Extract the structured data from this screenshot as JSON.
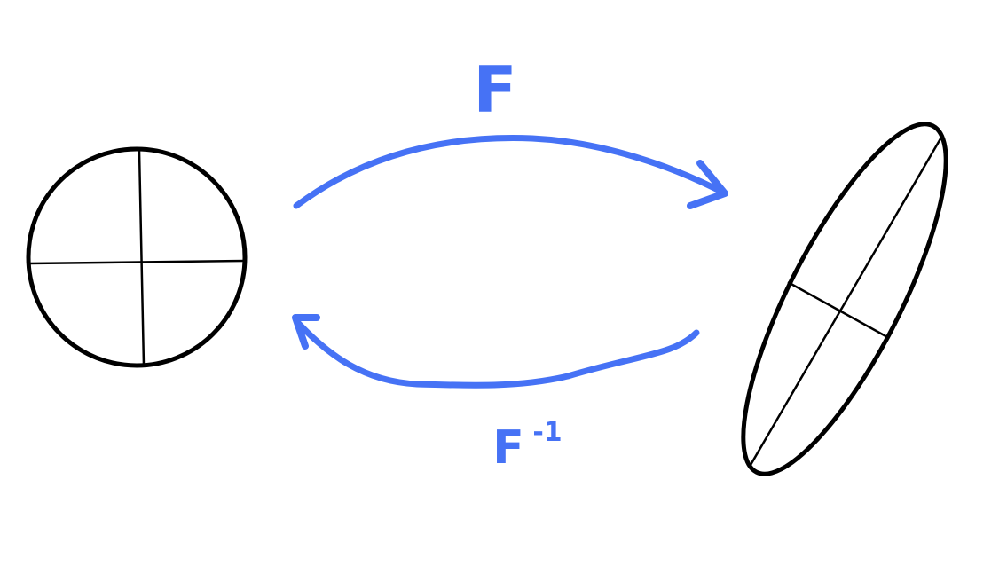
{
  "diagram": {
    "forward_label": "F",
    "inverse_label": "F",
    "inverse_superscript": "-1",
    "colors": {
      "arrow": "#4672f5",
      "shape_stroke": "#000000",
      "background": "#ffffff"
    },
    "shapes": {
      "source": "circle",
      "target": "ellipse"
    }
  }
}
